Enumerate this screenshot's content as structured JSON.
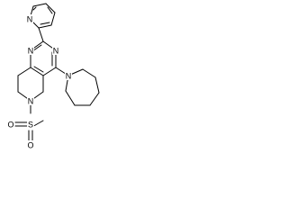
{
  "molecule": {
    "atoms": {
      "pyridine_n": "N",
      "pyrimidine_n_top": "N",
      "pyrimidine_n_bottom": "N",
      "azepane_n": "N",
      "piperidine_n": "N",
      "sulfur": "S",
      "oxygen_left": "O",
      "oxygen_bottom": "O"
    }
  }
}
